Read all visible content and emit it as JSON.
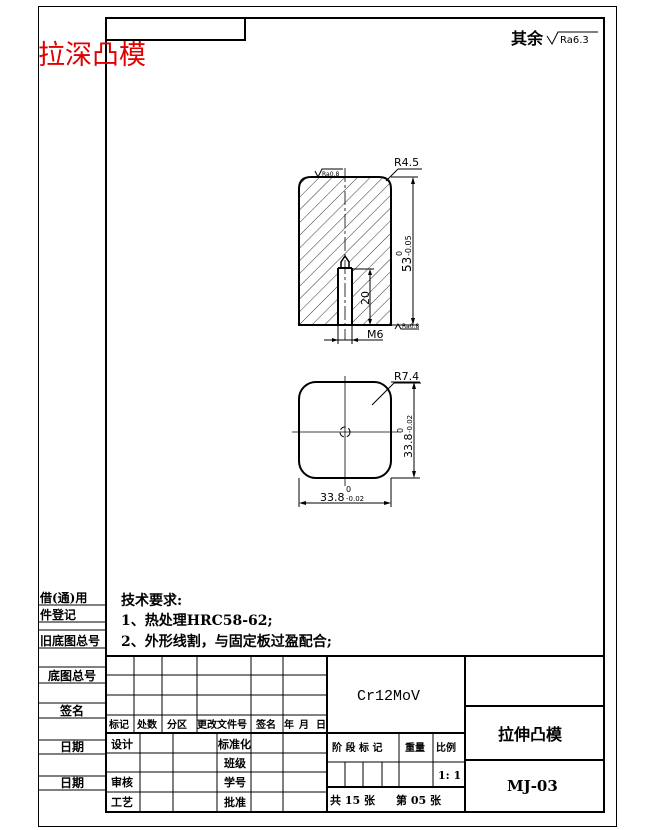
{
  "sheet_label": "拉深凸模",
  "surface_note": {
    "prefix": "其余",
    "roughness": "Ra6.3"
  },
  "front_view": {
    "radius": "R4.5",
    "height_dim": "53",
    "height_tol_upper": "0",
    "height_tol_lower": "-0.05",
    "hole_depth": "20",
    "thread": "M6",
    "roughness_top": "Ra0.8",
    "roughness_bottom": "Ra0.8"
  },
  "top_view": {
    "radius": "R7.4",
    "width_dim": "33.8",
    "width_tol_upper": "0",
    "width_tol_lower": "-0.02",
    "height_dim": "33.8",
    "height_tol_upper": "0",
    "height_tol_lower": "-0.02"
  },
  "tech_requirements": {
    "title": "技术要求:",
    "items": [
      "1、热处理HRC58-62;",
      "2、外形线割，与固定板过盈配合;"
    ]
  },
  "left_strip": [
    "借(通)用",
    "件登记",
    "旧底图总号",
    "底图总号",
    "签名",
    "日期",
    "日期"
  ],
  "title_block": {
    "revision_headers": [
      "标记",
      "处数",
      "分区",
      "更改文件号",
      "签名",
      "年",
      "月",
      "日"
    ],
    "design": "设计",
    "standardization": "标准化",
    "class": "班级",
    "review": "审核",
    "student_no": "学号",
    "process": "工艺",
    "approve": "批准",
    "material": "Cr12MoV",
    "stage_mark": "阶 段 标 记",
    "weight": "重量",
    "scale_label": "比例",
    "scale": "1: 1",
    "sheets": "共 15 张",
    "sheet_no": "第 05 张",
    "part_name": "拉伸凸模",
    "drawing_no": "MJ-03"
  }
}
